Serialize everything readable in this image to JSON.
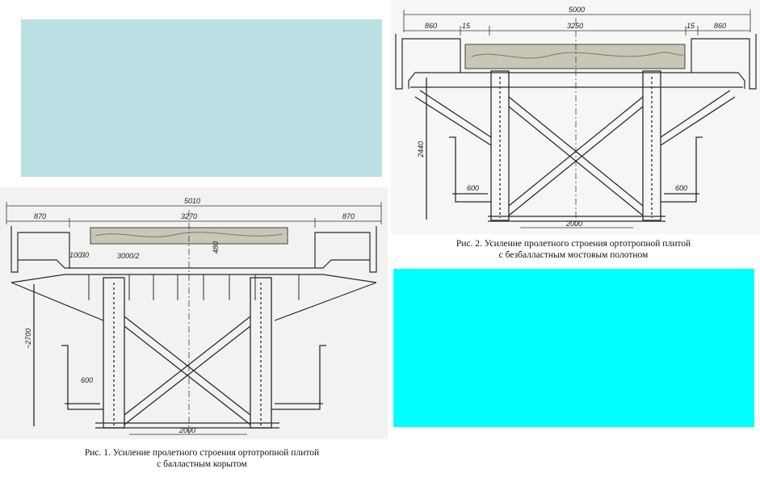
{
  "colors": {
    "block_light": "#bbe0e3",
    "block_cyan": "#00ffff",
    "ink": "#2a2a2a",
    "paper_tint": "#f2f2f0",
    "timber": "#c9c6b8"
  },
  "fig1": {
    "dims": {
      "overall": "5010",
      "left": "870",
      "center": "3270",
      "right": "870",
      "half_span": "3000/2",
      "depth": "480",
      "gap_a": "100",
      "gap_b": "30",
      "height": "~2700",
      "shelf": "600",
      "base": "2000"
    },
    "caption_line1": "Рис. 1. Усиление пролетного строения ортотропной плитой",
    "caption_line2": "с балластным корытом"
  },
  "fig2": {
    "dims": {
      "overall": "5000",
      "left": "860",
      "left_gap": "15",
      "center": "3250",
      "right_gap": "15",
      "right": "860",
      "height": "2440",
      "shelf_left": "600",
      "shelf_right": "600",
      "base": "2000"
    },
    "caption_line1": "Рис. 2. Усиление пролетного строения ортотропной плитой",
    "caption_line2": "с безбалластным мостовым полотном"
  }
}
